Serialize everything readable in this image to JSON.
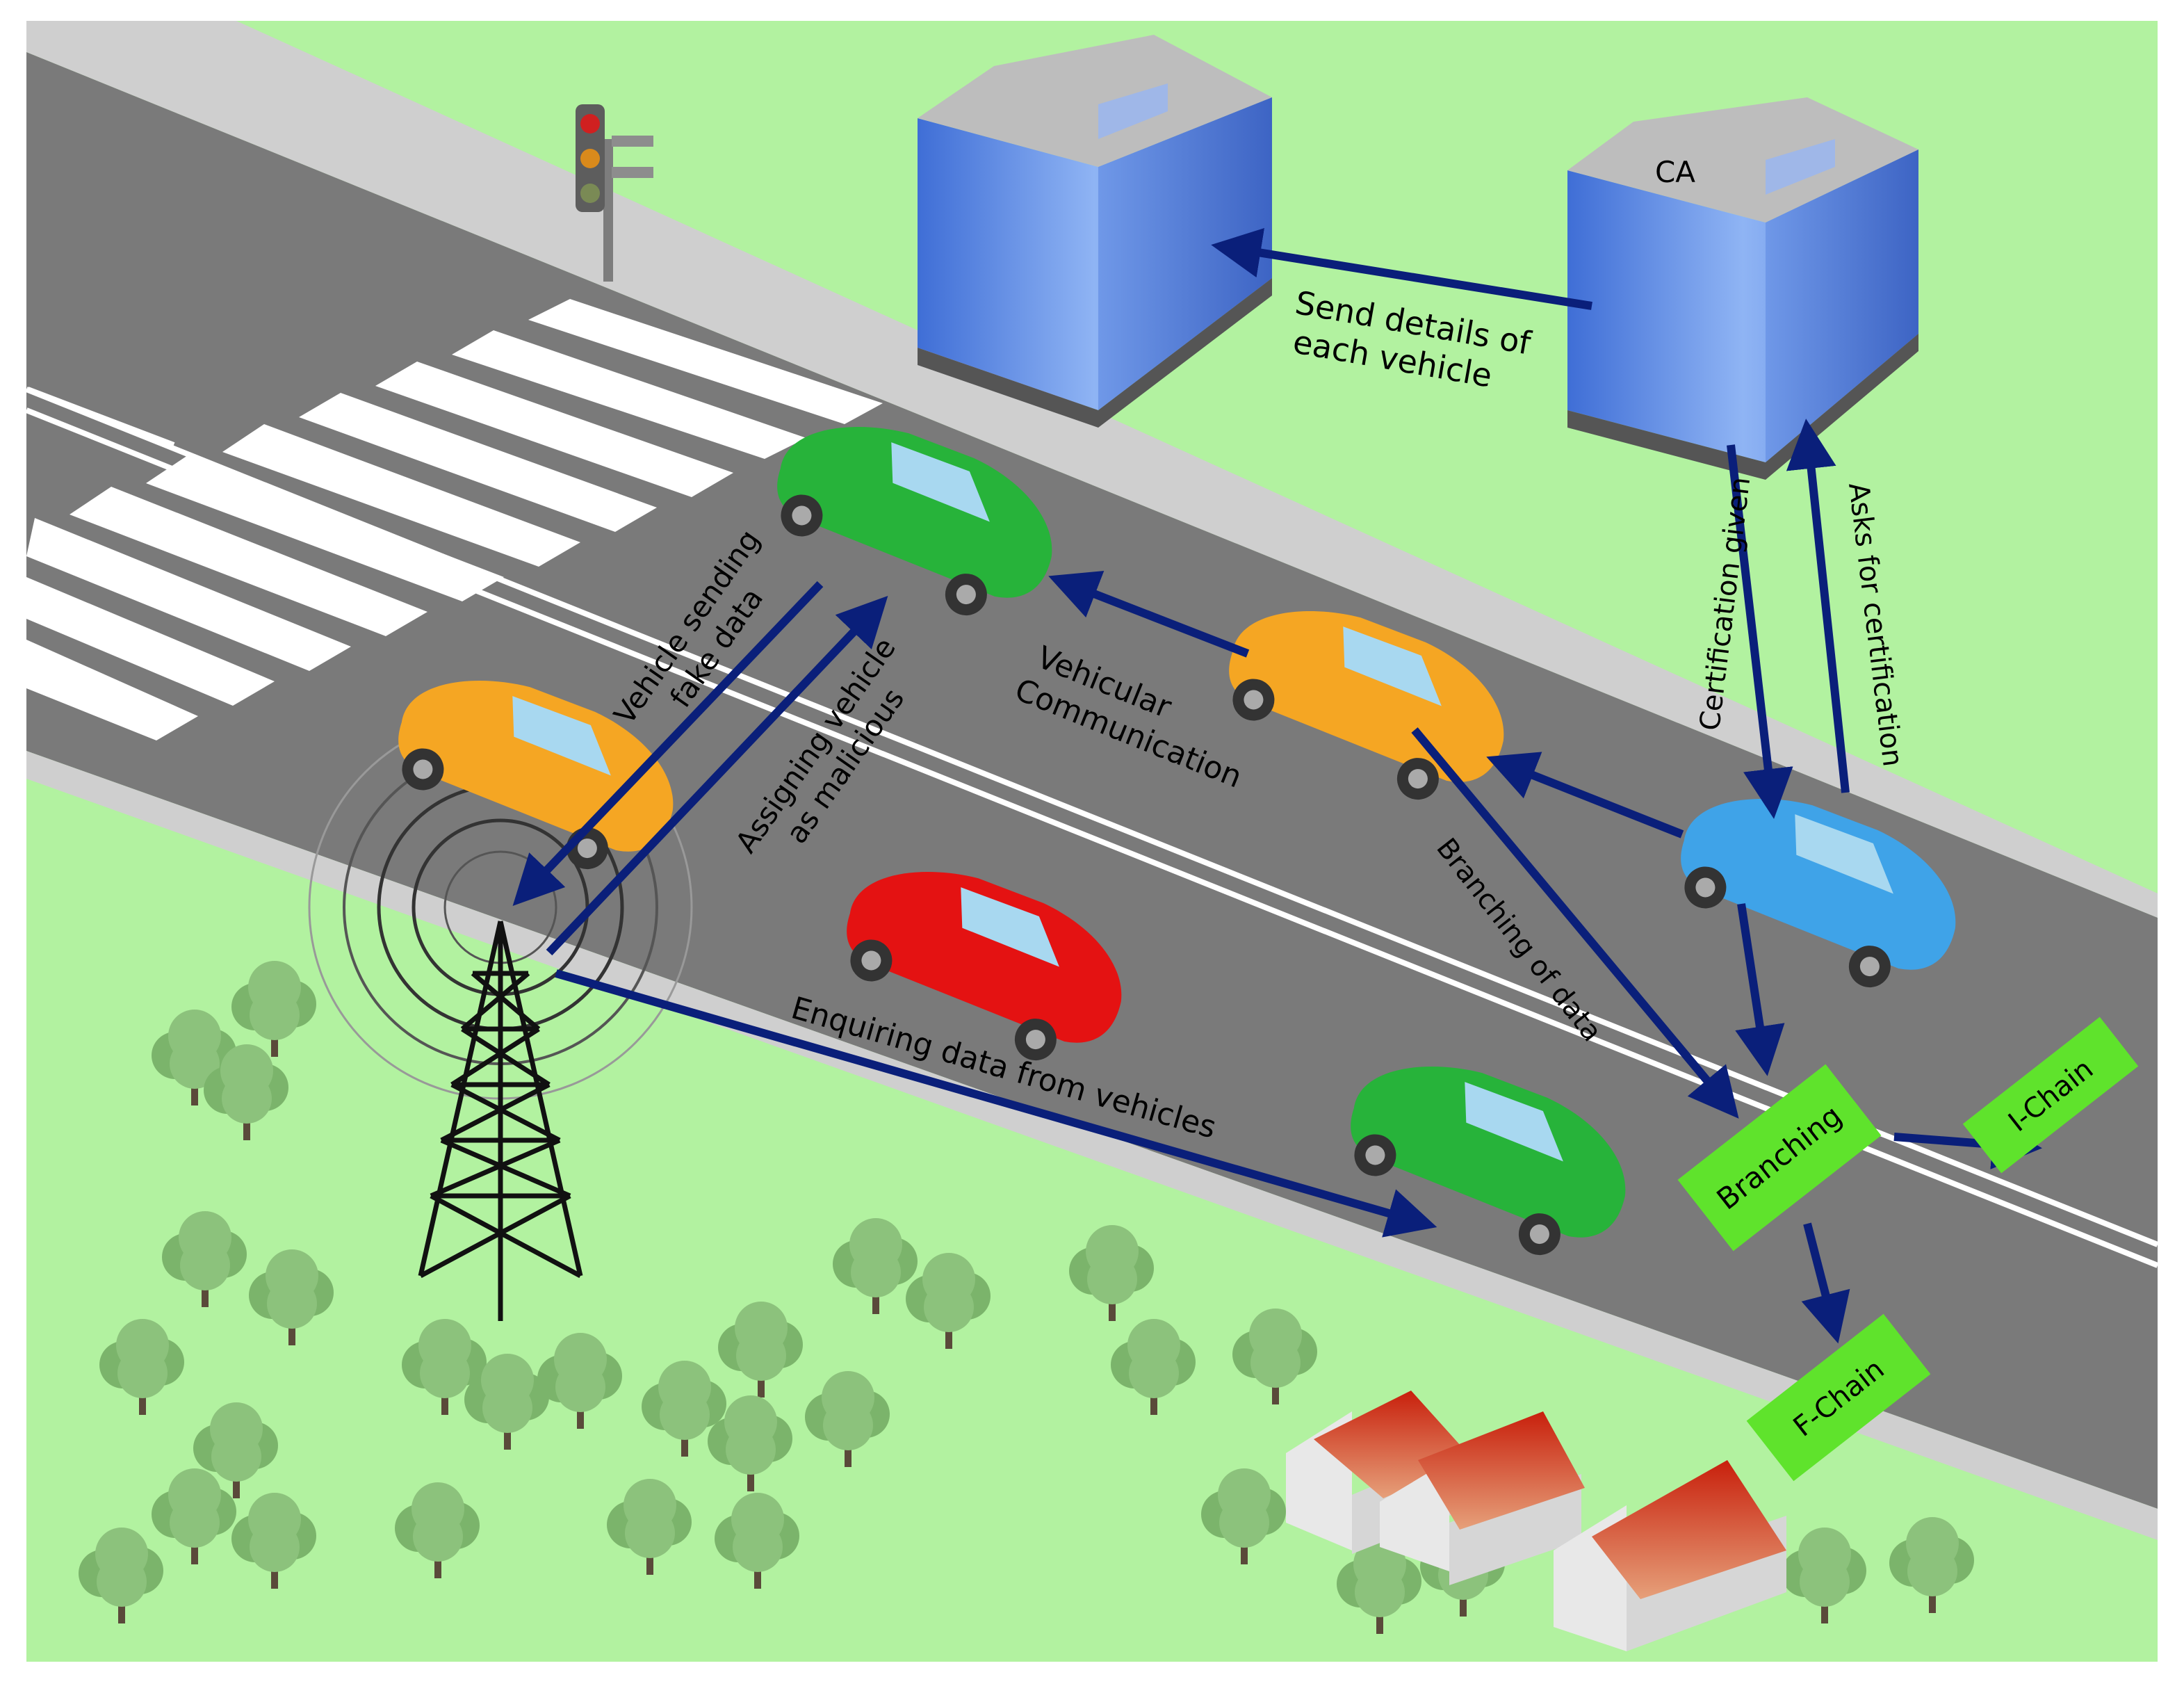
{
  "colors": {
    "grass": "#b2f2a0",
    "road": "#7a7a7a",
    "curb": "#cfcfcf",
    "arrow": "#0a1f7a",
    "chain_box": "#5fe32c",
    "building": "#6f98e8",
    "roof": "#bdbdbd"
  },
  "buildings": {
    "ca_label": "CA"
  },
  "labels": {
    "send_details_line1": "Send details of",
    "send_details_line2": "each vehicle",
    "certification_given": "Certification given",
    "asks_for_certification": "Asks for certification",
    "vehicle_sending_line1": "Vehicle sending",
    "vehicle_sending_line2": "fake data",
    "assigning_line1": "Assigning vehicle",
    "assigning_line2": "as malicious",
    "vehicular_line1": "Vehicular",
    "vehicular_line2": "Communication",
    "branching_of_data": "Branching of data",
    "enquiring": "Enquiring data from vehicles"
  },
  "chain_boxes": {
    "branching": "Branching",
    "i_chain": "I-Chain",
    "f_chain": "F-Chain"
  },
  "icons": [
    "traffic-light-icon",
    "cell-tower-icon",
    "car-icon",
    "tree-icon",
    "house-icon",
    "office-building-icon"
  ]
}
